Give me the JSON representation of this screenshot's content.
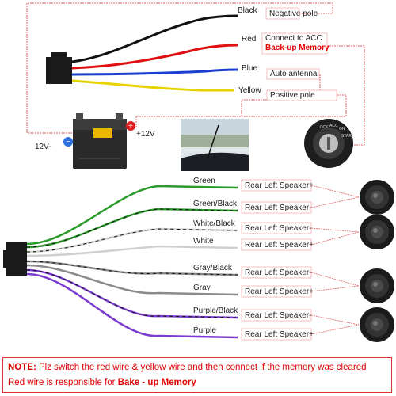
{
  "top_wires": [
    {
      "color_name": "Black",
      "function": "Negative pole",
      "stroke": "#111111"
    },
    {
      "color_name": "Red",
      "function": "Connect to ACC",
      "extra": "Back-up Memory",
      "stroke": "#e01010"
    },
    {
      "color_name": "Blue",
      "function": "Auto antenna",
      "stroke": "#1a3fd0"
    },
    {
      "color_name": "Yellow",
      "function": "Positive pole",
      "stroke": "#e8d200"
    }
  ],
  "battery": {
    "neg_label": "12V-",
    "pos_label": "+12V"
  },
  "ignition": {
    "positions": [
      "LOCK",
      "ACC",
      "ON",
      "START"
    ]
  },
  "speaker_wires": [
    {
      "color_name": "Green",
      "function": "Rear Left Speaker+",
      "stroke": "#2a9a2a"
    },
    {
      "color_name": "Green/Black",
      "function": "Rear Left Speaker-",
      "stroke": "#2a9a2a"
    },
    {
      "color_name": "White/Black",
      "function": "Rear Left Speaker-",
      "stroke": "#cfcfcf"
    },
    {
      "color_name": "White",
      "function": "Rear Left Speaker+",
      "stroke": "#cfcfcf"
    },
    {
      "color_name": "Gray/Black",
      "function": "Rear Left Speaker-",
      "stroke": "#8a8a8a"
    },
    {
      "color_name": "Gray",
      "function": "Rear Left Speaker+",
      "stroke": "#8a8a8a"
    },
    {
      "color_name": "Purple/Black",
      "function": "Rear Left Speaker-",
      "stroke": "#7a3bd0"
    },
    {
      "color_name": "Purple",
      "function": "Rear Left Speaker+",
      "stroke": "#7a3bd0"
    }
  ],
  "note": {
    "label": "NOTE:",
    "line1": "Plz switch the red wire & yellow wire and then connect if the memory was cleared",
    "line2_prefix": "Red wire is responsible for",
    "line2_bold": "Bake - up Memory"
  },
  "colors": {
    "accent_red": "#e03030",
    "dashed_line": "#e06060"
  }
}
